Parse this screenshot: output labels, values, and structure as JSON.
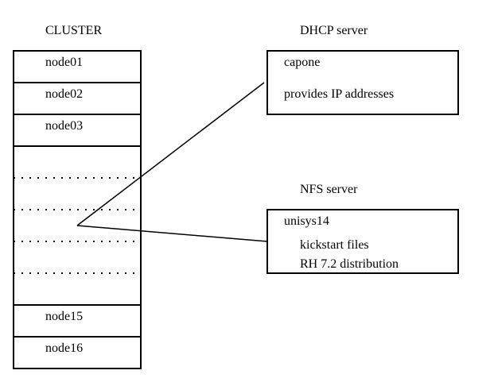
{
  "titles": {
    "cluster": "CLUSTER",
    "dhcp": "DHCP server",
    "nfs": "NFS server"
  },
  "cluster_nodes": {
    "node01": "node01",
    "node02": "node02",
    "node03": "node03",
    "node15": "node15",
    "node16": "node16"
  },
  "dhcp_server": {
    "host": "capone",
    "description": "provides IP addresses"
  },
  "nfs_server": {
    "host": "unisys14",
    "items": [
      "kickstart files",
      "RH 7.2 distribution"
    ]
  }
}
